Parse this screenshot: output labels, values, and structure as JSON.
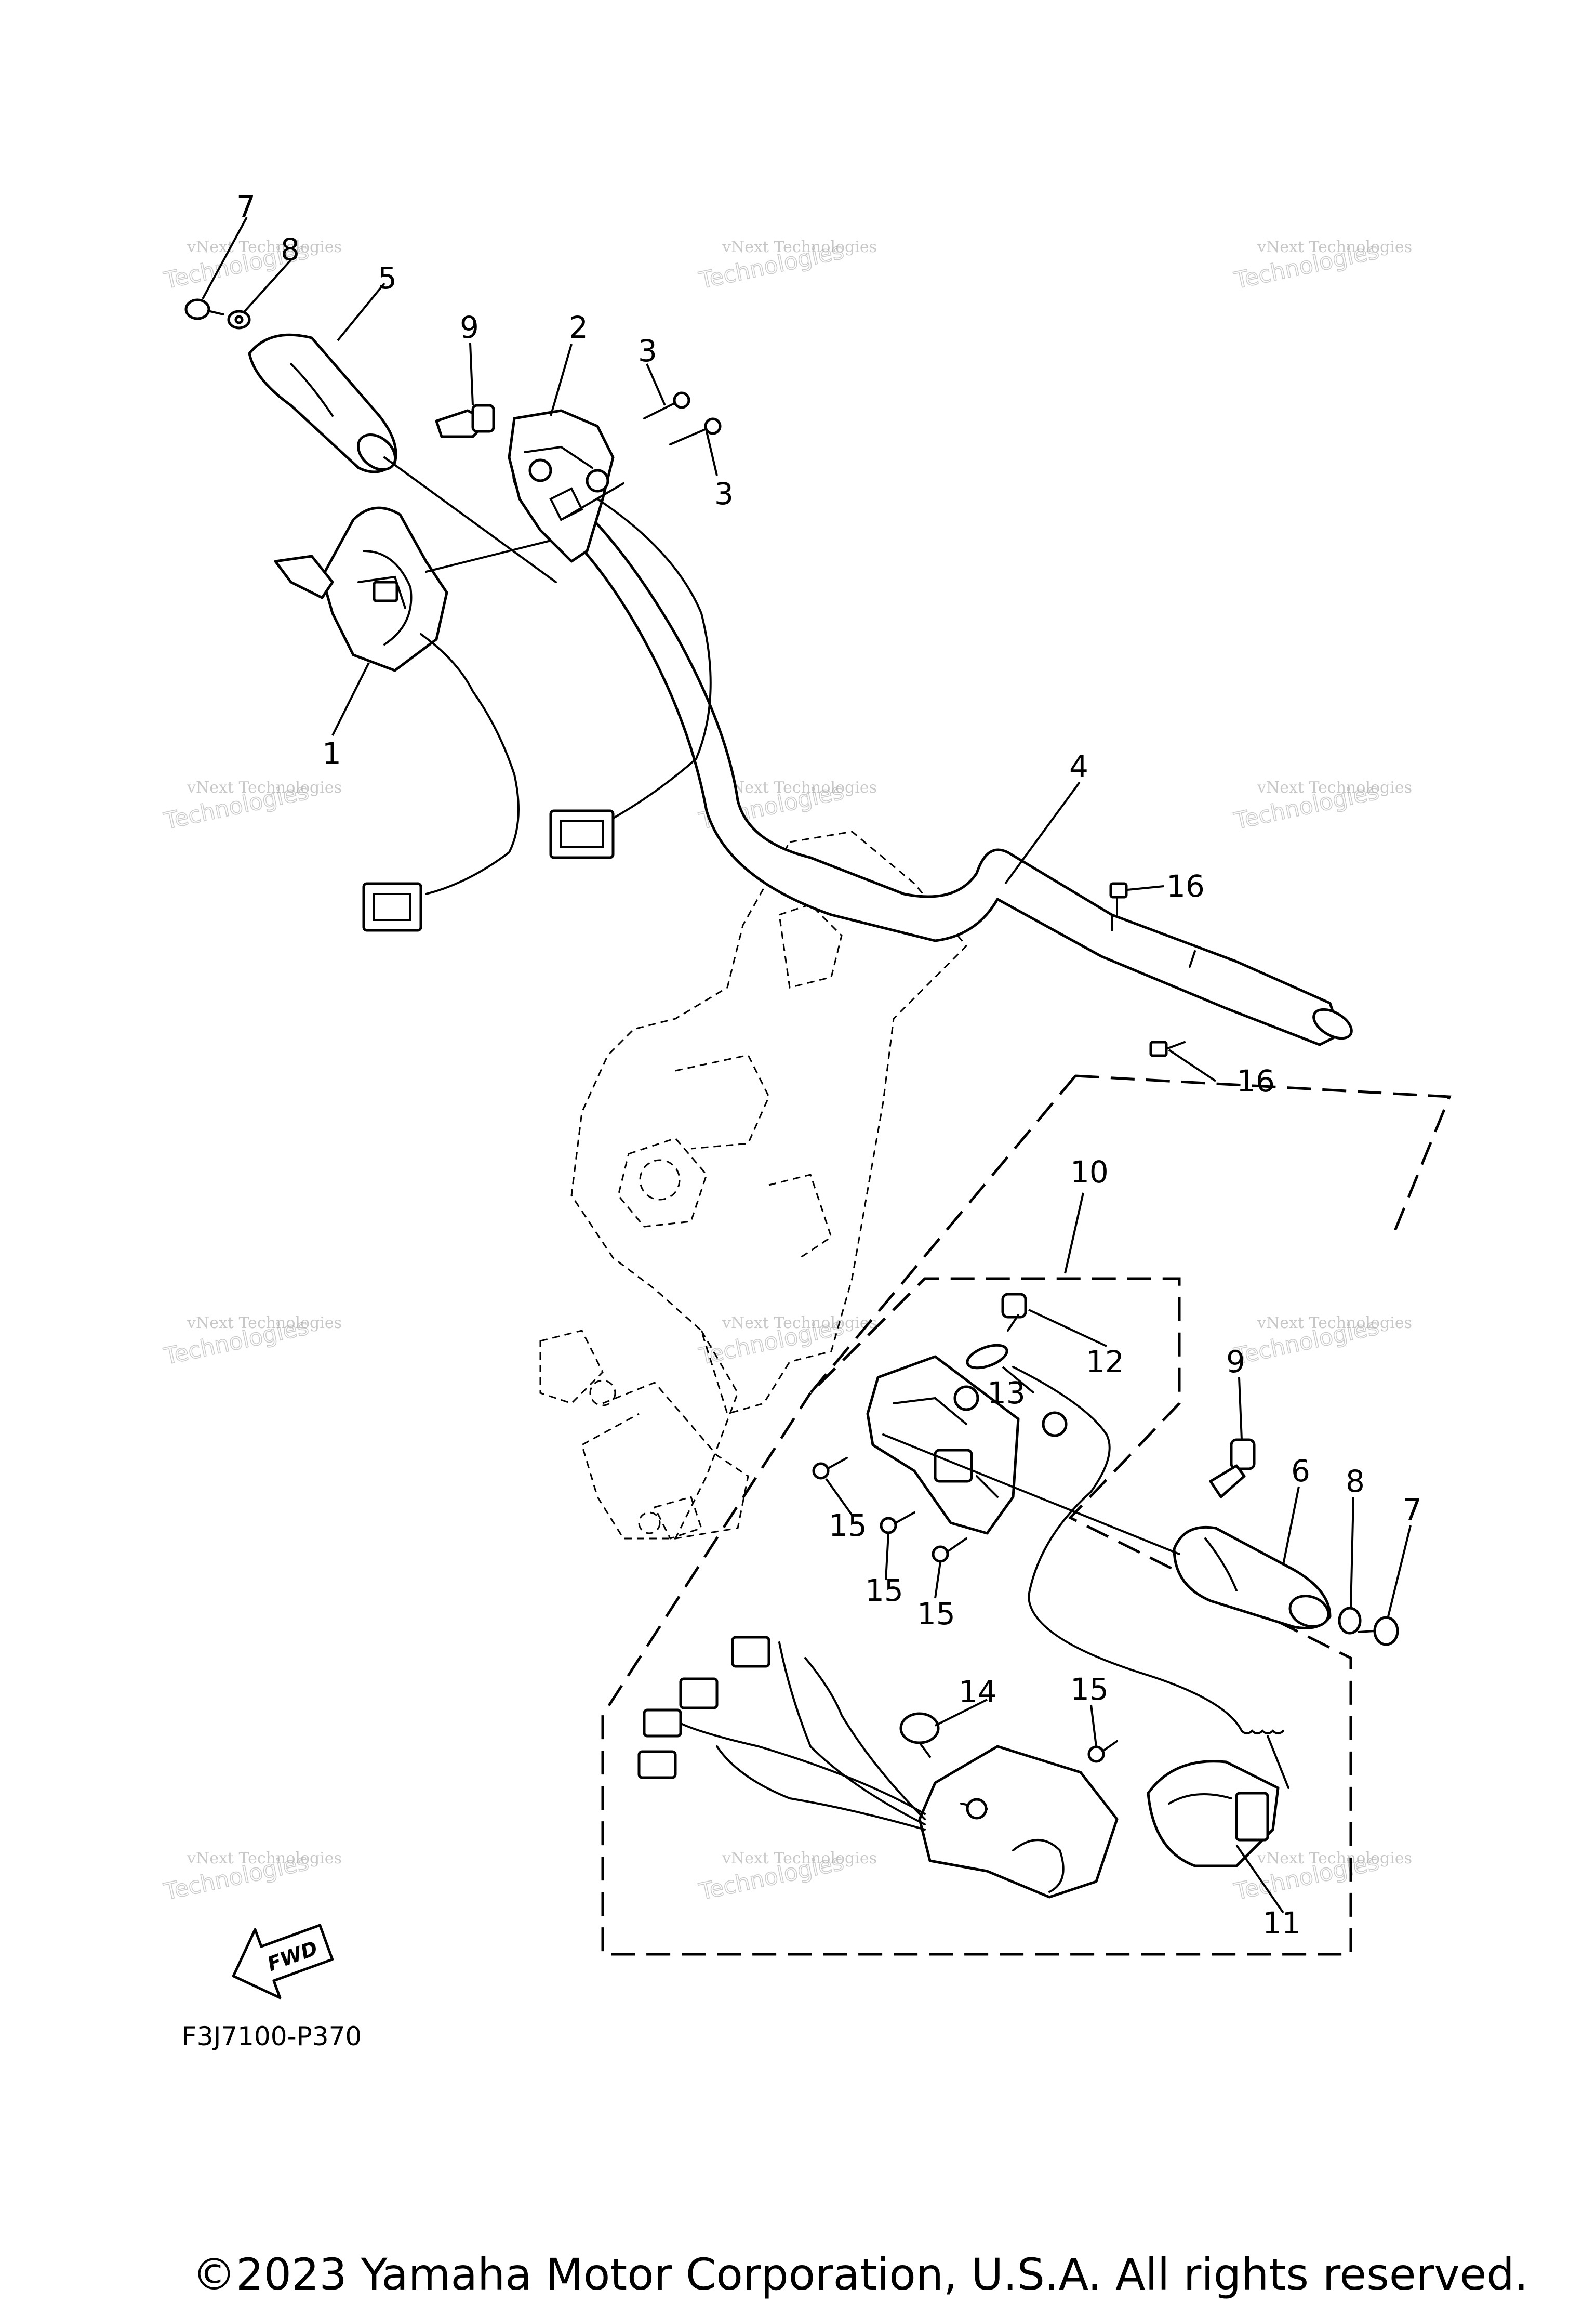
{
  "diagram": {
    "callouts": [
      {
        "label": "7"
      },
      {
        "label": "8"
      },
      {
        "label": "5"
      },
      {
        "label": "9"
      },
      {
        "label": "2"
      },
      {
        "label": "3"
      },
      {
        "label": "3"
      },
      {
        "label": "1"
      },
      {
        "label": "4"
      },
      {
        "label": "16"
      },
      {
        "label": "16"
      },
      {
        "label": "10"
      },
      {
        "label": "12"
      },
      {
        "label": "13"
      },
      {
        "label": "9"
      },
      {
        "label": "6"
      },
      {
        "label": "8"
      },
      {
        "label": "7"
      },
      {
        "label": "15"
      },
      {
        "label": "15"
      },
      {
        "label": "15"
      },
      {
        "label": "14"
      },
      {
        "label": "15"
      },
      {
        "label": "11"
      }
    ],
    "watermark": {
      "line1": "vNext Technologies",
      "line2": "Technologies"
    },
    "fwd_label": "FWD",
    "drawing_code": "F3J7100-P370",
    "copyright": "©2023 Yamaha Motor Corporation, U.S.A. All rights reserved."
  }
}
